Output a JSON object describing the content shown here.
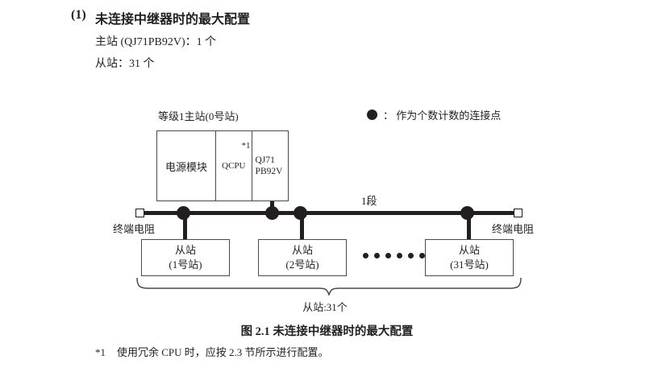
{
  "heading": {
    "number": "(1)",
    "title": "未连接中继器时的最大配置",
    "specs": [
      "主站 (QJ71PB92V)：1 个",
      "从站：31 个"
    ]
  },
  "legend": {
    "symbol": "filled-circle",
    "text": "： 作为个数计数的连接点"
  },
  "diagram": {
    "master": {
      "label": "等级1主站(0号站)",
      "cells": [
        {
          "name": "power-supply-module",
          "label": "电源模块"
        },
        {
          "name": "cpu-module",
          "label": "QCPU",
          "footnote_marker": "*1"
        },
        {
          "name": "network-module",
          "label": "QJ71\nPB92V"
        }
      ]
    },
    "bus": {
      "segment_label": "1段",
      "terminator_left_label": "终端电阻",
      "terminator_right_label": "终端电阻",
      "connection_dots": 4
    },
    "slaves": [
      {
        "title": "从站",
        "station": "(1号站)"
      },
      {
        "title": "从站",
        "station": "(2号站)"
      },
      {
        "title": "从站",
        "station": "(31号站)"
      }
    ],
    "ellipsis_count": 6,
    "brace_label": "从站:31个"
  },
  "caption": "图 2.1  未连接中继器时的最大配置",
  "footnote": {
    "marker": "*1",
    "text": "使用冗余 CPU 时，应按 2.3 节所示进行配置。"
  }
}
